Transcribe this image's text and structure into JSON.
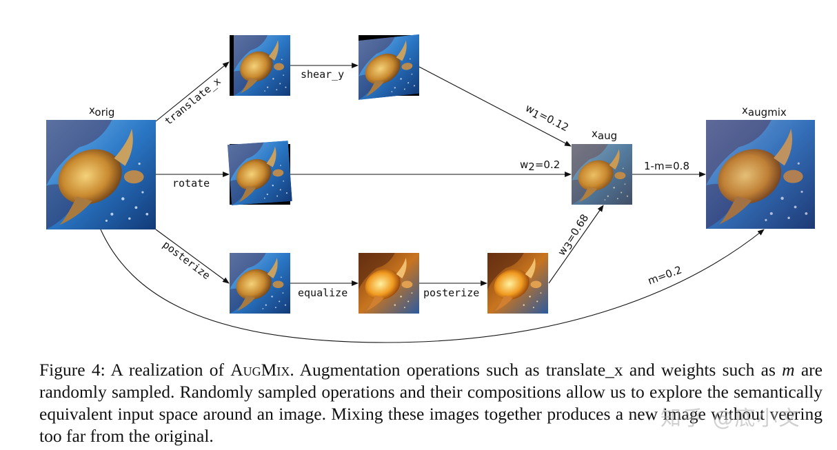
{
  "labels": {
    "x_orig_main": "x",
    "x_orig_sub": "orig",
    "x_aug_main": "x",
    "x_aug_sub": "aug",
    "x_augmix_main": "x",
    "x_augmix_sub": "augmix"
  },
  "operations": {
    "translate_x": "translate_x",
    "shear_y": "shear_y",
    "rotate": "rotate",
    "posterize_1": "posterize",
    "equalize": "equalize",
    "posterize_2": "posterize"
  },
  "weights": {
    "w1_main": "w",
    "w1_sub": "1",
    "w1_val": "=0.12",
    "w2_main": "w",
    "w2_sub": "2",
    "w2_val": "=0.2",
    "w3_main": "w",
    "w3_sub": "3",
    "w3_val": "=0.68",
    "one_minus_m": "1-m=0.8",
    "m": "m=0.2"
  },
  "caption": {
    "lead": "Figure 4: A realization of ",
    "method": "AugMix",
    "part1": ". Augmentation operations such as translate_x and weights such as ",
    "var": "m",
    "part2": " are randomly sampled. Randomly sampled operations and their compositions allow us to explore the semantically equivalent input space around an image. Mixing these images together produces a new image without veering too far from the original."
  },
  "watermark": "知乎 @底小文",
  "colors": {
    "ocean_light": "#3f8fd6",
    "ocean_dark": "#123a78",
    "shell": "#d9a545",
    "posterize_tint": "#e8a030"
  }
}
